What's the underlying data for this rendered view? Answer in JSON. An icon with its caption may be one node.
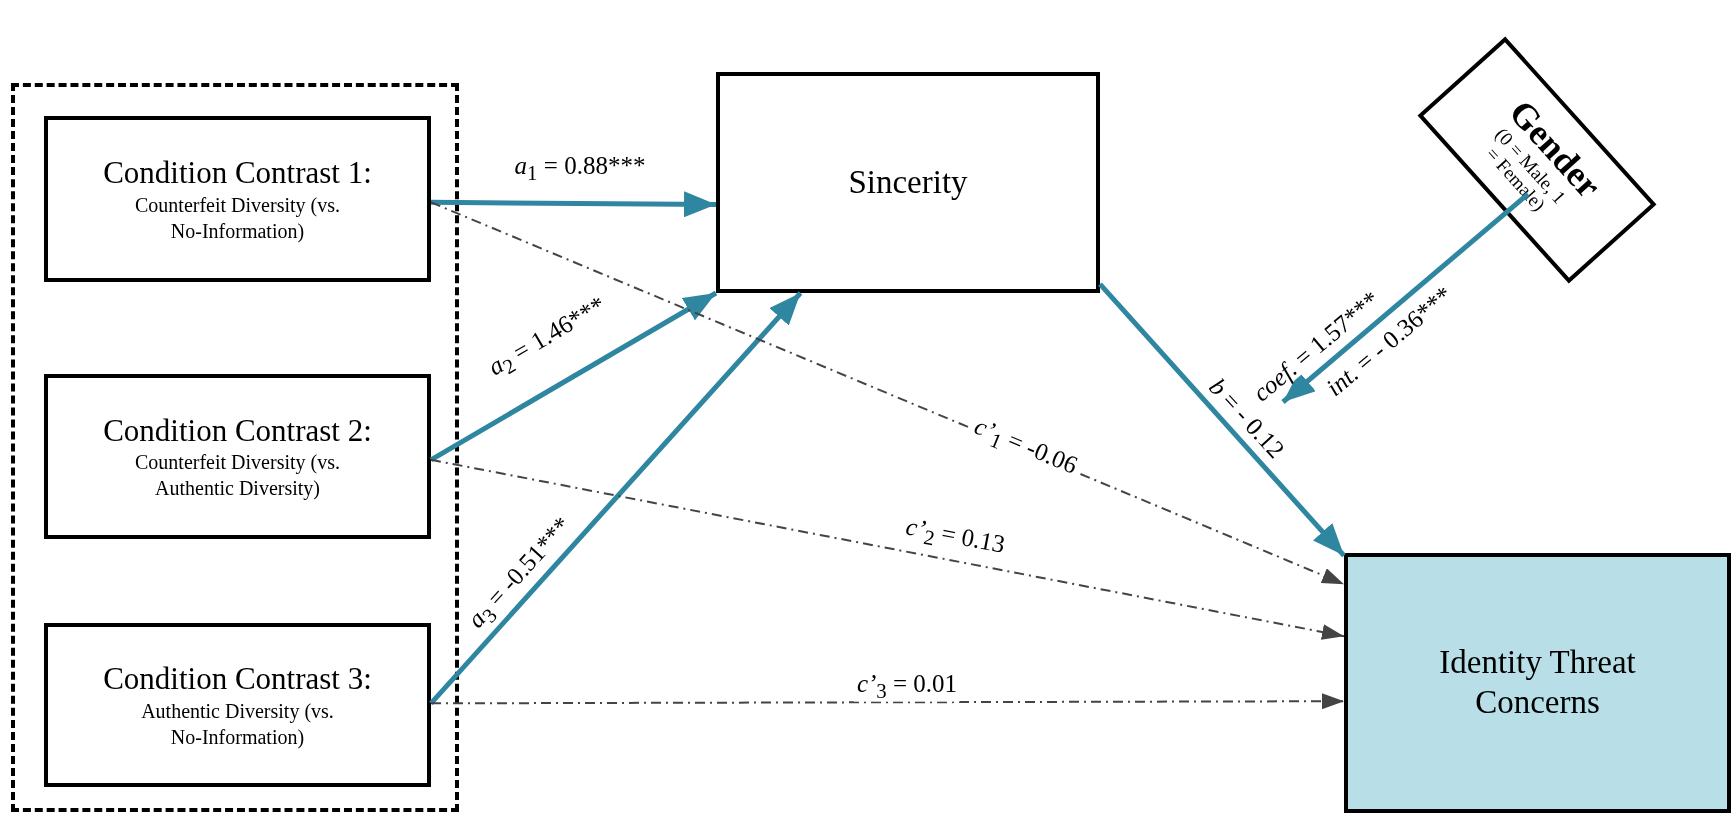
{
  "diagram": {
    "nodes": [
      {
        "text": [],
        "shape": "box"
      },
      {
        "text": [
          "Condition Contrast 1:",
          "Counterfeit Diversity (vs. No-Information)"
        ],
        "in": 0
      },
      {
        "text": [
          "Condition Contrast 2:",
          "Counterfeit Diversity (vs. Authentic Diversity)"
        ],
        "in": 0
      },
      {
        "text": [
          "Condition Contrast 3:",
          "Authentic Diversity (vs. No-Information)"
        ],
        "in": 0
      },
      {
        "text": [
          "Sincerity"
        ]
      },
      {
        "text": [
          "Gender",
          "(0 = Male, 1 = Female)"
        ]
      },
      {
        "text": [
          "Identity Threat Concerns"
        ]
      }
    ],
    "edges": [
      {
        "from": 1,
        "to": 4,
        "arrow": "to",
        "label": "*a*$_{1}$ = 0.88***"
      },
      {
        "from": 2,
        "to": 4,
        "arrow": "to",
        "label": "*a*$_{2}$ = 1.46***"
      },
      {
        "from": 3,
        "to": 4,
        "arrow": "to",
        "label": "*a*$_{3}$ = -0.51***"
      },
      {
        "from": 1,
        "to": 6,
        "arrow": "to",
        "label": "*c’*$_{1}$ =  -0.06",
        "style": "dashed",
        "color": "#444444"
      },
      {
        "from": 2,
        "to": 6,
        "arrow": "to",
        "label": "*c’*$_{2}$ = 0.13",
        "style": "dashed",
        "color": "#444444"
      },
      {
        "from": 3,
        "to": 6,
        "arrow": "to",
        "label": "*c’*$_{3}$ = 0.01",
        "style": "dashed",
        "color": "#444444"
      },
      {
        "from": 4,
        "to": 6,
        "arrow": "to",
        "label": "*b* = - 0.12"
      },
      {
        "from": 5,
        "to": null,
        "arrow": "to",
        "label": "*coef.* = 1.57***"
      }
    ],
    "labels": [
      "*int.* = - 0.36***"
    ]
  }
}
